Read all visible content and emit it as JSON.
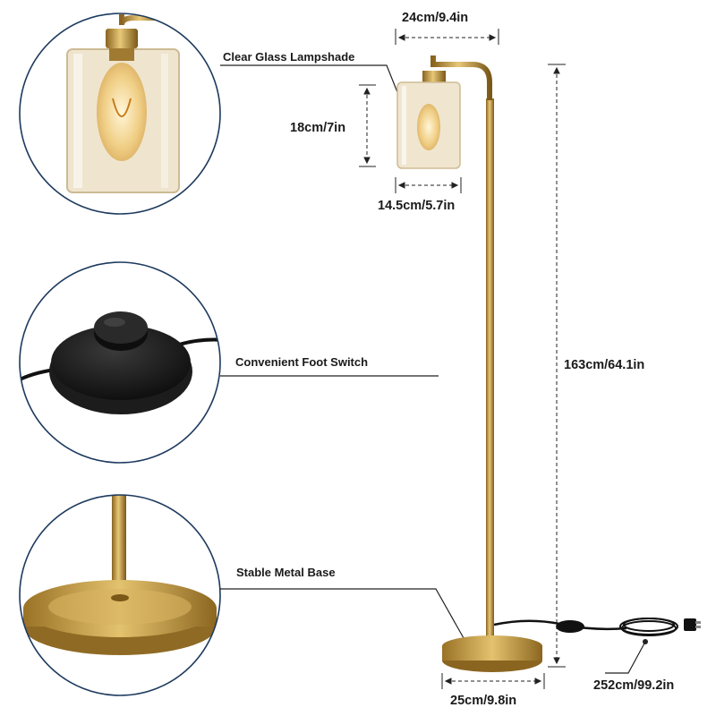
{
  "features": {
    "lampshade": "Clear Glass Lampshade",
    "foot_switch": "Convenient Foot Switch",
    "base": "Stable Metal Base"
  },
  "dimensions": {
    "arm_width": "24cm/9.4in",
    "shade_height": "18cm/7in",
    "shade_width": "14.5cm/5.7in",
    "total_height": "163cm/64.1in",
    "base_width": "25cm/9.8in",
    "cord_length": "252cm/99.2in"
  },
  "colors": {
    "brass": "#c9a24a",
    "glass": "#d8c9a6",
    "switch": "#1b1b1b",
    "circle_border": "#1d3a5e"
  }
}
